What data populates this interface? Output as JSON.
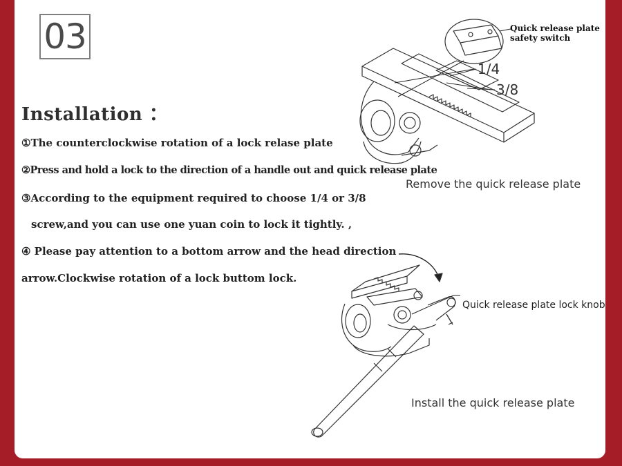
{
  "section": {
    "number": "03",
    "title": "Installation ："
  },
  "steps": [
    "①The counterclockwise rotation of a lock relase  plate",
    "②Press and hold a lock to the direction of a handle out and quick release plate",
    "③According to the equipment required to choose 1/4 or 3/8",
    "screw,and you can use one yuan coin to lock it tightly. ,",
    "④ Please pay attention to a bottom arrow and the head direction",
    "arrow.Clockwise rotation of a lock buttom lock."
  ],
  "figure_top": {
    "callout_line1": "Quick release  plate",
    "callout_line2": "safety switch",
    "size_a": "1/4",
    "size_b": "3/8",
    "caption": "Remove the quick release  plate"
  },
  "figure_bottom": {
    "knob_label": "Quick release  plate lock knob",
    "caption": "Install the quick release  plate"
  },
  "colors": {
    "frame": "#a51e27",
    "card": "#ffffff",
    "text": "#222222",
    "box_border": "#7f7f7f"
  }
}
